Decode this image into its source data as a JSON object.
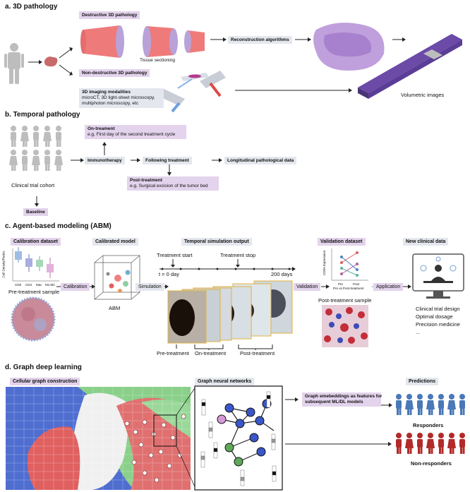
{
  "section_a": {
    "title": "a. 3D pathology",
    "destructive_label": "Destructive 3D pathology",
    "tissue_sectioning": "Tissue sectioning",
    "reconstruction": "Reconstruction algorithms",
    "nondestructive_label": "Non-destructive 3D pathology",
    "modalities_title": "3D imaging modalities",
    "modalities_line1": "microCT, 3D light-sheet microscopy,",
    "modalities_line2": "multiphoton microscopy, etc",
    "volumetric": "Volumetric images"
  },
  "section_b": {
    "title": "b. Temporal pathology",
    "cohort": "Clinical trial cohort",
    "baseline": "Baseline",
    "immunotherapy": "Immunotherapy",
    "following": "Following treatment",
    "longitudinal": "Longitudinal pathological data",
    "on_treatment_title": "On-treament",
    "on_treatment_desc": "e.g. First day of the second treatment cycle",
    "post_treatment_title": "Post-treatment",
    "post_treatment_desc": "e.g. Surgical excision of the tumor bed"
  },
  "section_c": {
    "title": "c. Agent-based modeling (ABM)",
    "calibration_dataset": "Calibration dataset",
    "calibrated_model": "Calibrated model",
    "temporal_output": "Temporal simulation output",
    "validation_dataset": "Validation dataset",
    "new_clinical": "New clinical data",
    "box_ylabel": "Cell Density/Ratios",
    "box_xlabels": [
      "CD8",
      "CD3",
      "Mac",
      "M1:M2"
    ],
    "pretreatment_sample": "Pre-treatment sample",
    "calibration": "Calibration",
    "abm": "ABM",
    "simulation": "Simulation",
    "treatment_start": "Treatment start",
    "treatment_stop": "Treatment stop",
    "t0": "t = 0 day",
    "t200": "200 days",
    "validation": "Validation",
    "val_ylabel": "CD8A Expression",
    "val_x1": "Pre",
    "val_x2": "Post",
    "val_xlabel": "Pre vs.Post-treatment",
    "posttreatment_sample": "Post-treatment sample",
    "application": "Application",
    "pre_tx": "Pre-treatment",
    "on_tx": "On-treatment",
    "post_tx": "Post-treatment",
    "uses": [
      "Clinical trial design",
      "Optimal dosage",
      "Precision medicine",
      "..."
    ]
  },
  "section_d": {
    "title": "d. Graph deep learning",
    "cellular": "Cellular graph construction",
    "gnn": "Graph neural networks",
    "embeddings_line1": "Graph emebeddings as features for",
    "embeddings_line2": "subsequent ML/DL models",
    "predictions": "Predictions",
    "responders": "Responders",
    "nonresponders": "Non-responders"
  },
  "colors": {
    "purple_box": "#e3d3ec",
    "grey_box": "#e4e8ee",
    "responder_blue": "#4a78b8",
    "nonresponder_red": "#b22a2a",
    "tissue_pink": "#ef7a7a",
    "node_blue": "#3a56c9",
    "node_green": "#5fa85a"
  }
}
